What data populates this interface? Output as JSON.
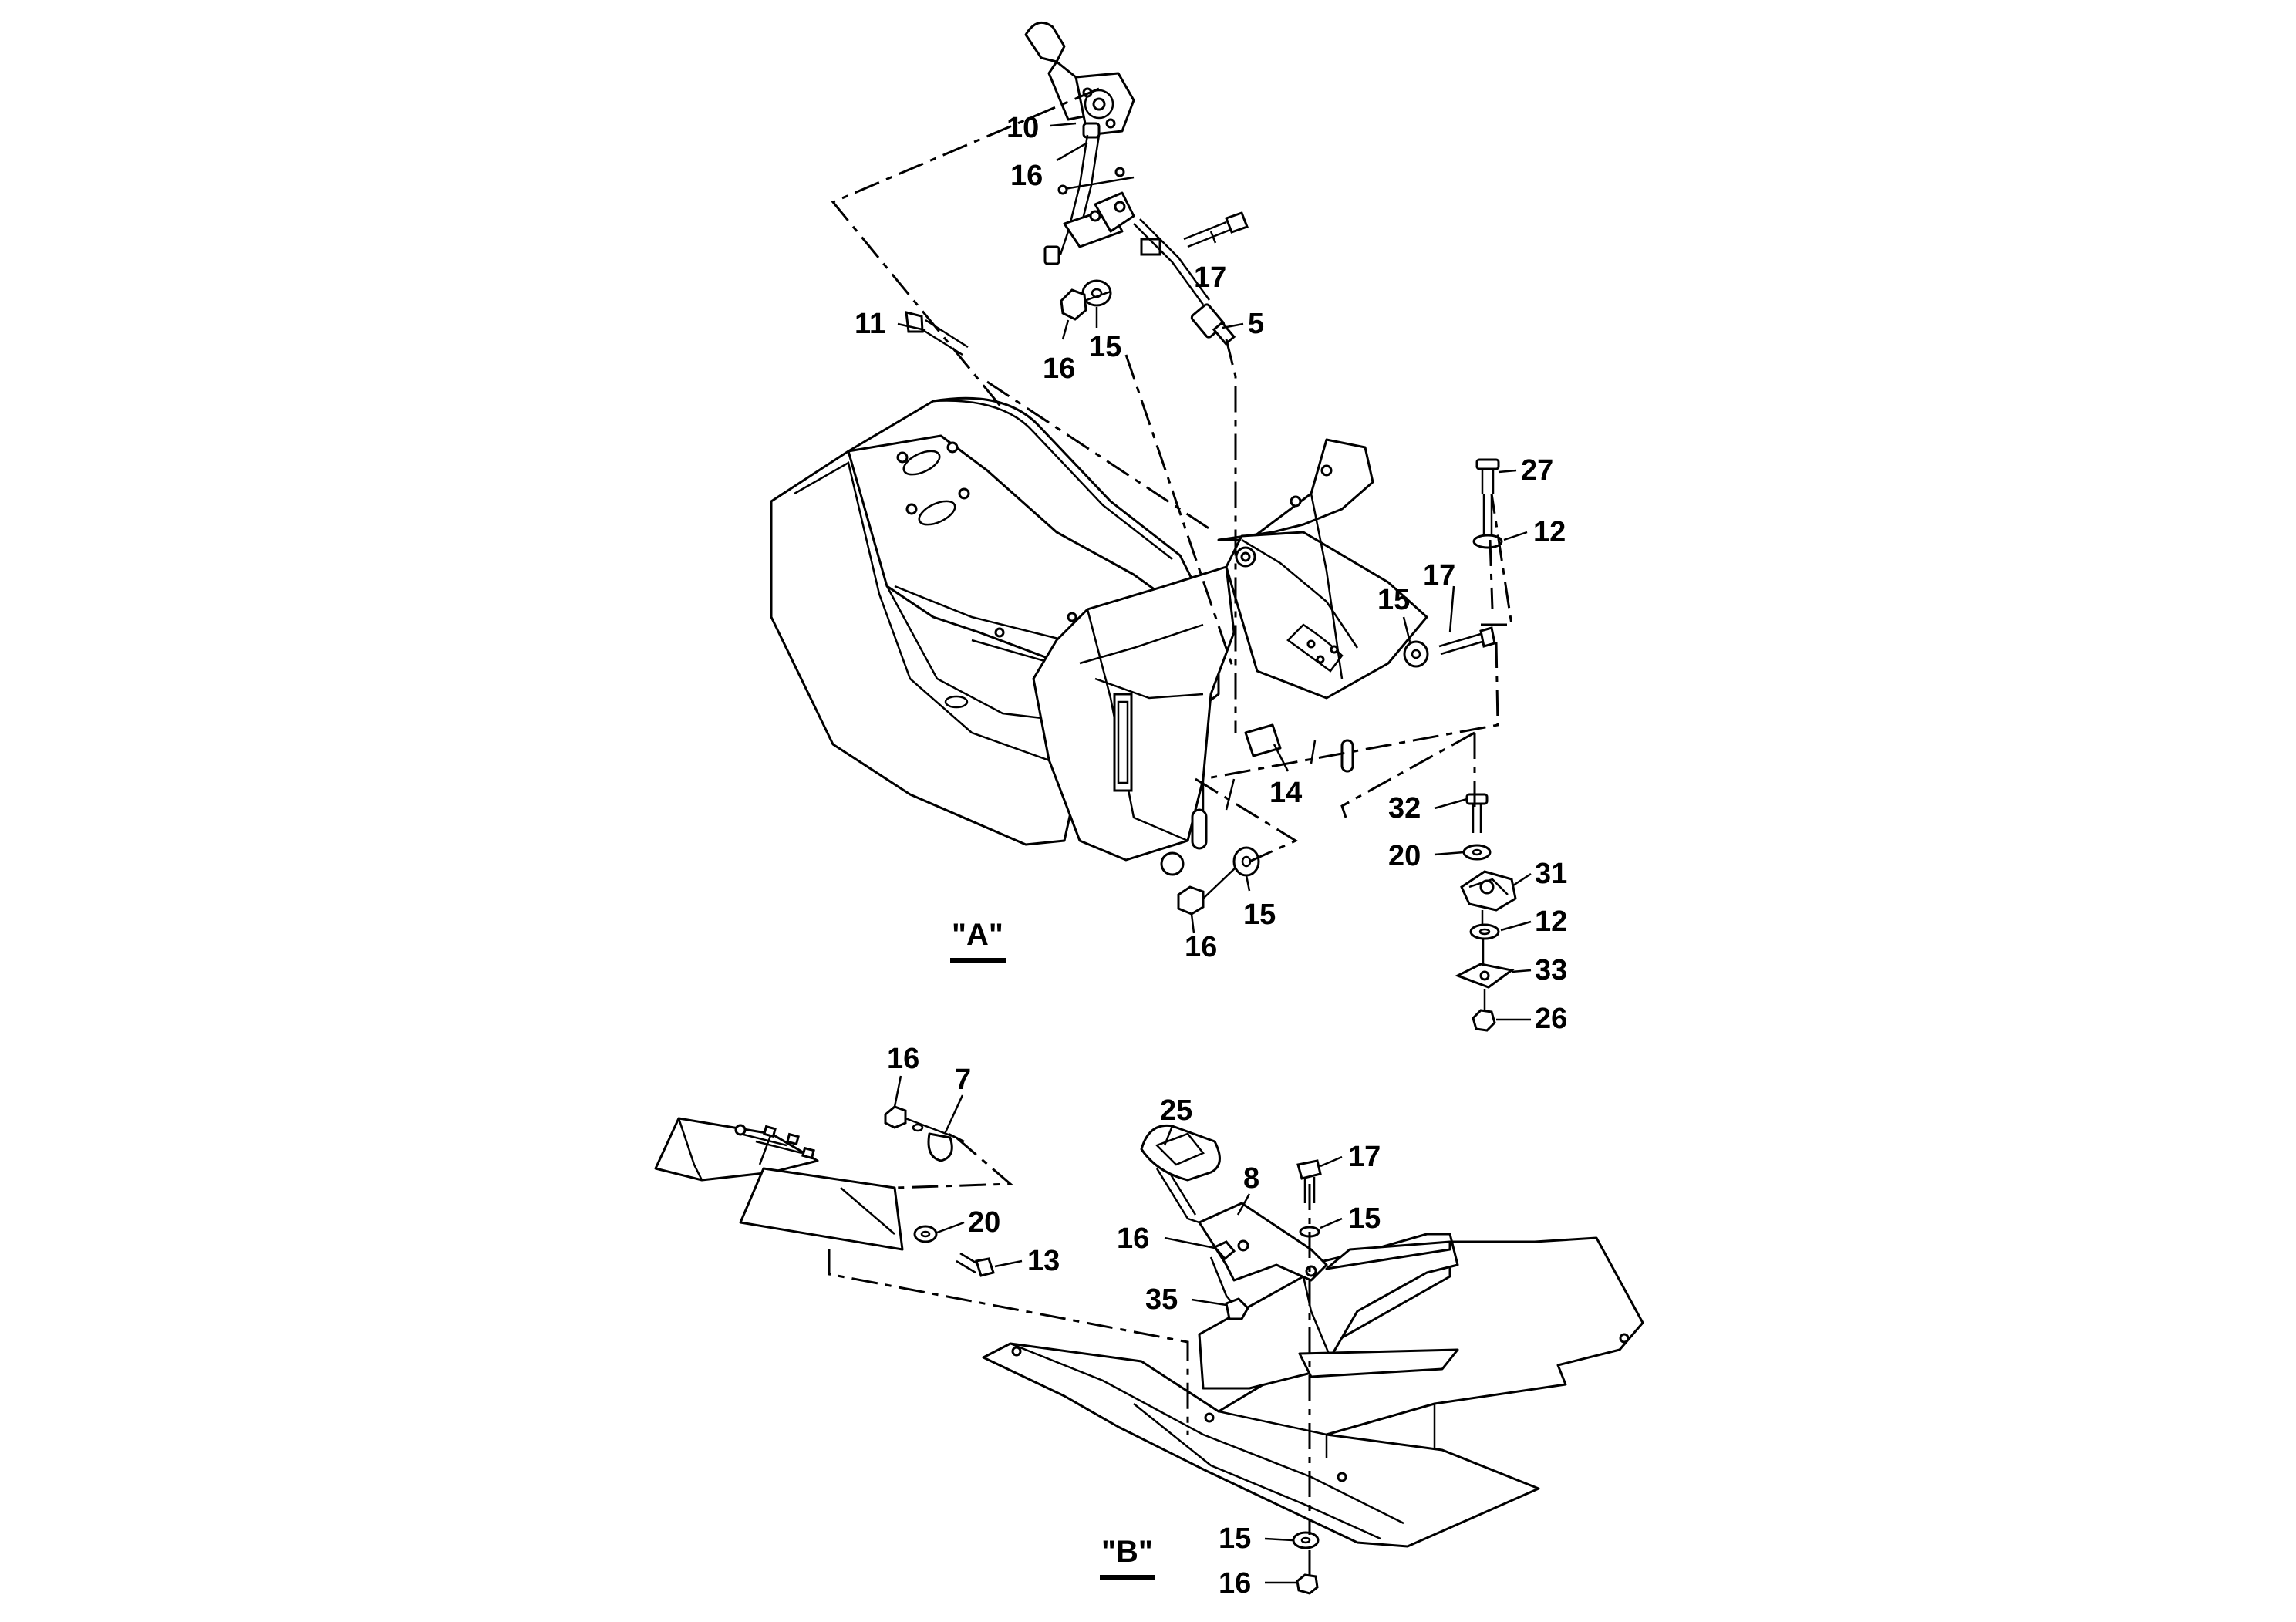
{
  "callouts": [
    {
      "id": "c1",
      "text": "10"
    },
    {
      "id": "c2",
      "text": "16"
    },
    {
      "id": "c3",
      "text": "17"
    },
    {
      "id": "c4",
      "text": "5"
    },
    {
      "id": "c5",
      "text": "16"
    },
    {
      "id": "c6",
      "text": "15"
    },
    {
      "id": "c7",
      "text": "11"
    },
    {
      "id": "c8",
      "text": "27"
    },
    {
      "id": "c9",
      "text": "12"
    },
    {
      "id": "c10",
      "text": "17"
    },
    {
      "id": "c11",
      "text": "15"
    },
    {
      "id": "c12",
      "text": "14"
    },
    {
      "id": "c13",
      "text": "32"
    },
    {
      "id": "c14",
      "text": "20"
    },
    {
      "id": "c15",
      "text": "31"
    },
    {
      "id": "c16",
      "text": "15"
    },
    {
      "id": "c17",
      "text": "16"
    },
    {
      "id": "c18",
      "text": "12"
    },
    {
      "id": "c19",
      "text": "33"
    },
    {
      "id": "c20",
      "text": "26"
    },
    {
      "id": "c21",
      "text": "16"
    },
    {
      "id": "c22",
      "text": "7"
    },
    {
      "id": "c23",
      "text": "25"
    },
    {
      "id": "c24",
      "text": "8"
    },
    {
      "id": "c25",
      "text": "17"
    },
    {
      "id": "c26",
      "text": "15"
    },
    {
      "id": "c27",
      "text": "20"
    },
    {
      "id": "c28",
      "text": "13"
    },
    {
      "id": "c29",
      "text": "16"
    },
    {
      "id": "c30",
      "text": "35"
    },
    {
      "id": "c31",
      "text": "15"
    },
    {
      "id": "c32",
      "text": "16"
    }
  ],
  "views": {
    "a": "\"A\"",
    "b": "\"B\""
  }
}
